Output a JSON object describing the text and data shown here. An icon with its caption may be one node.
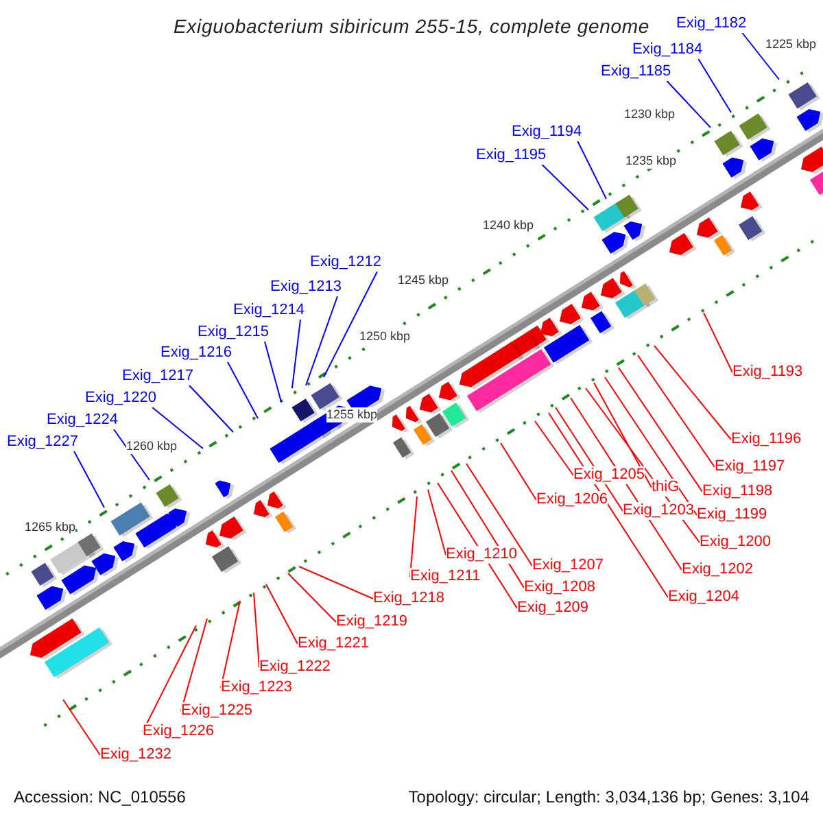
{
  "diagram": {
    "title": "Exiguobacterium sibiricum 255-15, complete genome",
    "nodes": [
      {
        "text": [
          "Exig_1182"
        ]
      },
      {
        "text": [
          "Exig_1184"
        ]
      },
      {
        "text": [
          "Exig_1185"
        ]
      },
      {
        "text": [
          "Exig_1194"
        ]
      },
      {
        "text": [
          "Exig_1195"
        ]
      },
      {
        "text": [
          "Exig_1212"
        ]
      },
      {
        "text": [
          "Exig_1213"
        ]
      },
      {
        "text": [
          "Exig_1214"
        ]
      },
      {
        "text": [
          "Exig_1215"
        ]
      },
      {
        "text": [
          "Exig_1216"
        ]
      },
      {
        "text": [
          "Exig_1193"
        ]
      },
      {
        "text": [
          "Exig_1217"
        ]
      },
      {
        "text": [
          "Exig_1220"
        ]
      },
      {
        "text": [
          "Exig_1224"
        ]
      },
      {
        "text": [
          "Exig_1196"
        ]
      },
      {
        "text": [
          "Exig_1227"
        ]
      },
      {
        "text": [
          "Exig_1197"
        ]
      },
      {
        "text": [
          "Exig_1205"
        ]
      },
      {
        "text": [
          "thiG"
        ]
      },
      {
        "text": [
          "Exig_1198"
        ]
      },
      {
        "text": [
          "Exig_1206"
        ]
      },
      {
        "text": [
          "Exig_1203"
        ]
      },
      {
        "text": [
          "Exig_1199"
        ]
      },
      {
        "text": [
          "Exig_1200"
        ]
      },
      {
        "text": [
          "Exig_1210"
        ]
      },
      {
        "text": [
          "Exig_1207"
        ]
      },
      {
        "text": [
          "Exig_1202"
        ]
      },
      {
        "text": [
          "Exig_1211"
        ]
      },
      {
        "text": [
          "Exig_1208"
        ]
      },
      {
        "text": [
          "Exig_1204"
        ]
      },
      {
        "text": [
          "Exig_1218"
        ]
      },
      {
        "text": [
          "Exig_1209"
        ]
      },
      {
        "text": [
          "Exig_1219"
        ]
      },
      {
        "text": [
          "Exig_1221"
        ]
      },
      {
        "text": [
          "Exig_1222"
        ]
      },
      {
        "text": [
          "Exig_1223"
        ]
      },
      {
        "text": [
          "Exig_1225"
        ]
      },
      {
        "text": [
          "Exig_1226"
        ]
      },
      {
        "text": [
          "Exig_1232"
        ]
      }
    ],
    "edges": [
      {
        "from": 0,
        "to": null,
        "arrow": "none",
        "color": "#0000ff"
      },
      {
        "from": 1,
        "to": null,
        "arrow": "none",
        "color": "#0000ff"
      },
      {
        "from": 2,
        "to": null,
        "arrow": "none",
        "color": "#0000ff"
      },
      {
        "from": 3,
        "to": null,
        "arrow": "none",
        "color": "#0000ff"
      },
      {
        "from": 4,
        "to": null,
        "arrow": "none",
        "color": "#0000ff"
      },
      {
        "from": 5,
        "to": null,
        "arrow": "none",
        "color": "#0000ff"
      },
      {
        "from": 6,
        "to": null,
        "arrow": "none",
        "color": "#0000ff"
      },
      {
        "from": 7,
        "to": null,
        "arrow": "none",
        "color": "#0000ff"
      },
      {
        "from": 8,
        "to": null,
        "arrow": "none",
        "color": "#0000ff"
      },
      {
        "from": 9,
        "to": null,
        "arrow": "none",
        "color": "#0000ff"
      },
      {
        "from": 10,
        "to": null,
        "arrow": "none"
      },
      {
        "from": 11,
        "to": null,
        "arrow": "none",
        "color": "#0000ff"
      },
      {
        "from": 12,
        "to": null,
        "arrow": "none",
        "color": "#0000ff"
      },
      {
        "from": 13,
        "to": null,
        "arrow": "none",
        "color": "#0000ff"
      },
      {
        "from": 14,
        "to": null,
        "arrow": "none"
      },
      {
        "from": 15,
        "to": null,
        "arrow": "none",
        "color": "#0000ff"
      },
      {
        "from": 16,
        "to": null,
        "arrow": "none"
      },
      {
        "from": 17,
        "to": null,
        "arrow": "none"
      },
      {
        "from": 18,
        "to": null,
        "arrow": "none"
      },
      {
        "from": 19,
        "to": null,
        "arrow": "none"
      },
      {
        "from": 20,
        "to": null,
        "arrow": "none"
      },
      {
        "from": 21,
        "to": null,
        "arrow": "none"
      },
      {
        "from": 22,
        "to": null,
        "arrow": "none"
      },
      {
        "from": 23,
        "to": null,
        "arrow": "none"
      },
      {
        "from": 24,
        "to": null,
        "arrow": "none"
      },
      {
        "from": 25,
        "to": null,
        "arrow": "none"
      },
      {
        "from": 26,
        "to": null,
        "arrow": "none"
      },
      {
        "from": 27,
        "to": null,
        "arrow": "none"
      },
      {
        "from": 28,
        "to": null,
        "arrow": "none"
      },
      {
        "from": 29,
        "to": null,
        "arrow": "none"
      },
      {
        "from": 30,
        "to": null,
        "arrow": "none"
      },
      {
        "from": 31,
        "to": null,
        "arrow": "none"
      },
      {
        "from": 32,
        "to": null,
        "arrow": "none"
      },
      {
        "from": 33,
        "to": null,
        "arrow": "none"
      },
      {
        "from": 34,
        "to": null,
        "arrow": "none"
      },
      {
        "from": 35,
        "to": null,
        "arrow": "none"
      },
      {
        "from": 36,
        "to": null,
        "arrow": "none"
      },
      {
        "from": 37,
        "to": null,
        "arrow": "none"
      },
      {
        "from": 38,
        "to": null,
        "arrow": "none"
      }
    ],
    "labels": [
      "1225 kbp",
      "1230 kbp",
      "1235 kbp",
      "1240 kbp",
      "1245 kbp",
      "1250 kbp",
      "1255 kbp",
      "1260 kbp",
      "1265 kbp",
      "Accession: NC_010556",
      "Topology: circular; Length: 3,034,136 bp; Genes: 3,104"
    ]
  }
}
